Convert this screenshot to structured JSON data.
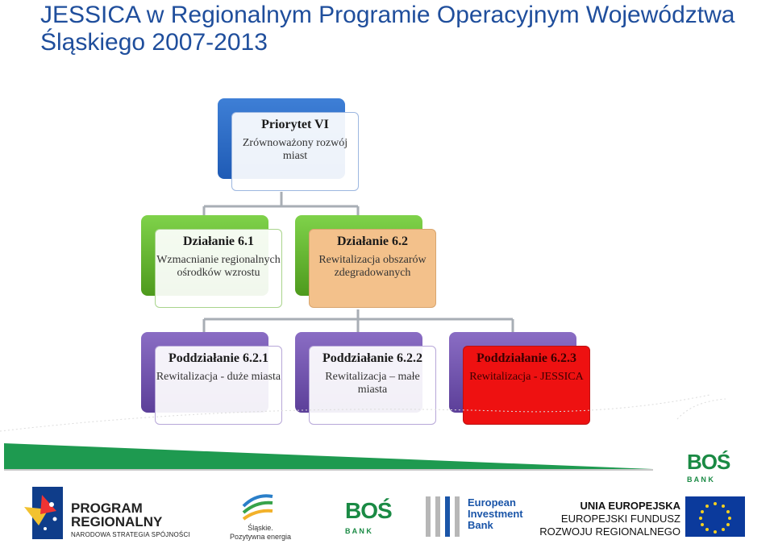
{
  "title": "JESSICA w Regionalnym Programie Operacyjnym Województwa Śląskiego 2007-2013",
  "nodes": {
    "priority": {
      "heading": "Priorytet VI",
      "desc": "Zrównoważony rozwój miast"
    },
    "action_61": {
      "heading": "Działanie 6.1",
      "desc": "Wzmacnianie regionalnych ośrodków wzrostu"
    },
    "action_62": {
      "heading": "Działanie 6.2",
      "desc": "Rewitalizacja obszarów zdegradowanych"
    },
    "sub_621": {
      "heading": "Poddziałanie 6.2.1",
      "desc": "Rewitalizacja - duże miasta"
    },
    "sub_622": {
      "heading": "Poddziałanie 6.2.2",
      "desc": "Rewitalizacja – małe miasta"
    },
    "sub_623": {
      "heading": "Poddziałanie 6.2.3",
      "desc": "Rewitalizacja - JESSICA"
    }
  },
  "logos": {
    "bos_corner": {
      "letters": "BOŚ",
      "sub": "B A N K"
    },
    "program": {
      "line1": "PROGRAM",
      "line2": "REGIONALNY",
      "line3": "NARODOWA STRATEGIA SPÓJNOŚCI"
    },
    "slaskie": {
      "line1": "Śląskie.",
      "line2": "Pozytywna energia"
    },
    "bos": {
      "letters": "BOŚ",
      "sub": "B A N K"
    },
    "eib": {
      "line1": "European",
      "line2": "Investment",
      "line3": "Bank"
    },
    "eu": {
      "line1": "UNIA EUROPEJSKA",
      "line2": "EUROPEJSKI FUNDUSZ",
      "line3": "ROZWOJU REGIONALNEGO"
    }
  },
  "colors": {
    "title": "#1f4e9c",
    "priority": "#2f6fcc",
    "action": "#5fb82d",
    "action_highlight": "#f3c18b",
    "sub": "#7154b0",
    "sub_highlight": "#ee1111",
    "stripe": "#1e9a50"
  }
}
